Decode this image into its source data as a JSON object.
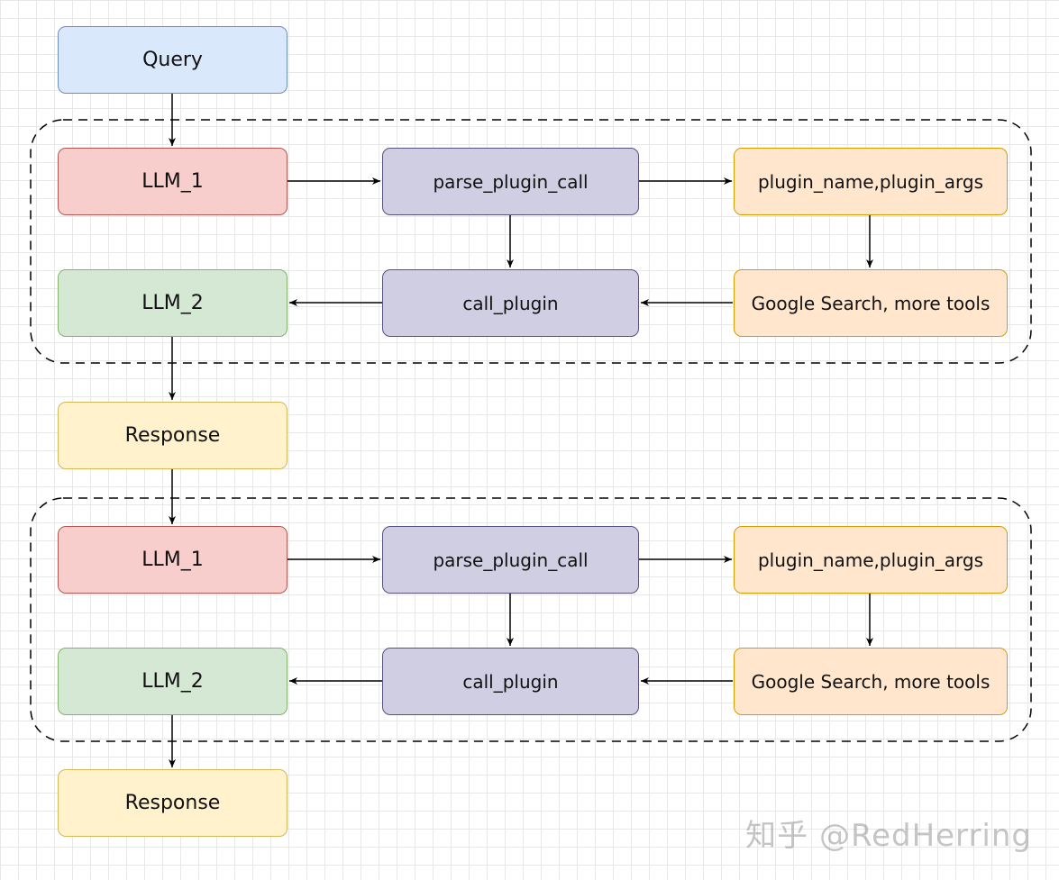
{
  "diagram": {
    "nodes": {
      "query": "Query",
      "g1": {
        "llm1": "LLM_1",
        "parse": "parse_plugin_call",
        "plugin_info": "plugin_name,plugin_args",
        "tools": "Google Search, more tools",
        "call": "call_plugin",
        "llm2": "LLM_2"
      },
      "response1": "Response",
      "g2": {
        "llm1": "LLM_1",
        "parse": "parse_plugin_call",
        "plugin_info": "plugin_name,plugin_args",
        "tools": "Google Search, more tools",
        "call": "call_plugin",
        "llm2": "LLM_2"
      },
      "response2": "Response"
    },
    "edges": [
      [
        "query",
        "g1-llm1"
      ],
      [
        "g1-llm1",
        "g1-parse"
      ],
      [
        "g1-parse",
        "g1-plugin-info"
      ],
      [
        "g1-parse",
        "g1-call"
      ],
      [
        "g1-plugin-info",
        "g1-tools"
      ],
      [
        "g1-tools",
        "g1-call"
      ],
      [
        "g1-call",
        "g1-llm2"
      ],
      [
        "g1-llm2",
        "response1"
      ],
      [
        "response1",
        "g2-llm1"
      ],
      [
        "g2-llm1",
        "g2-parse"
      ],
      [
        "g2-parse",
        "g2-plugin-info"
      ],
      [
        "g2-parse",
        "g2-call"
      ],
      [
        "g2-plugin-info",
        "g2-tools"
      ],
      [
        "g2-tools",
        "g2-call"
      ],
      [
        "g2-call",
        "g2-llm2"
      ],
      [
        "g2-llm2",
        "response2"
      ]
    ],
    "colors": {
      "query": "#dae8fc",
      "llm1": "#f8cecc",
      "plugin_step": "#d0cee2",
      "plugin_data": "#ffe6cc",
      "llm2": "#d5e8d4",
      "response": "#fff2cc"
    }
  },
  "watermark": "知乎 @RedHerring"
}
